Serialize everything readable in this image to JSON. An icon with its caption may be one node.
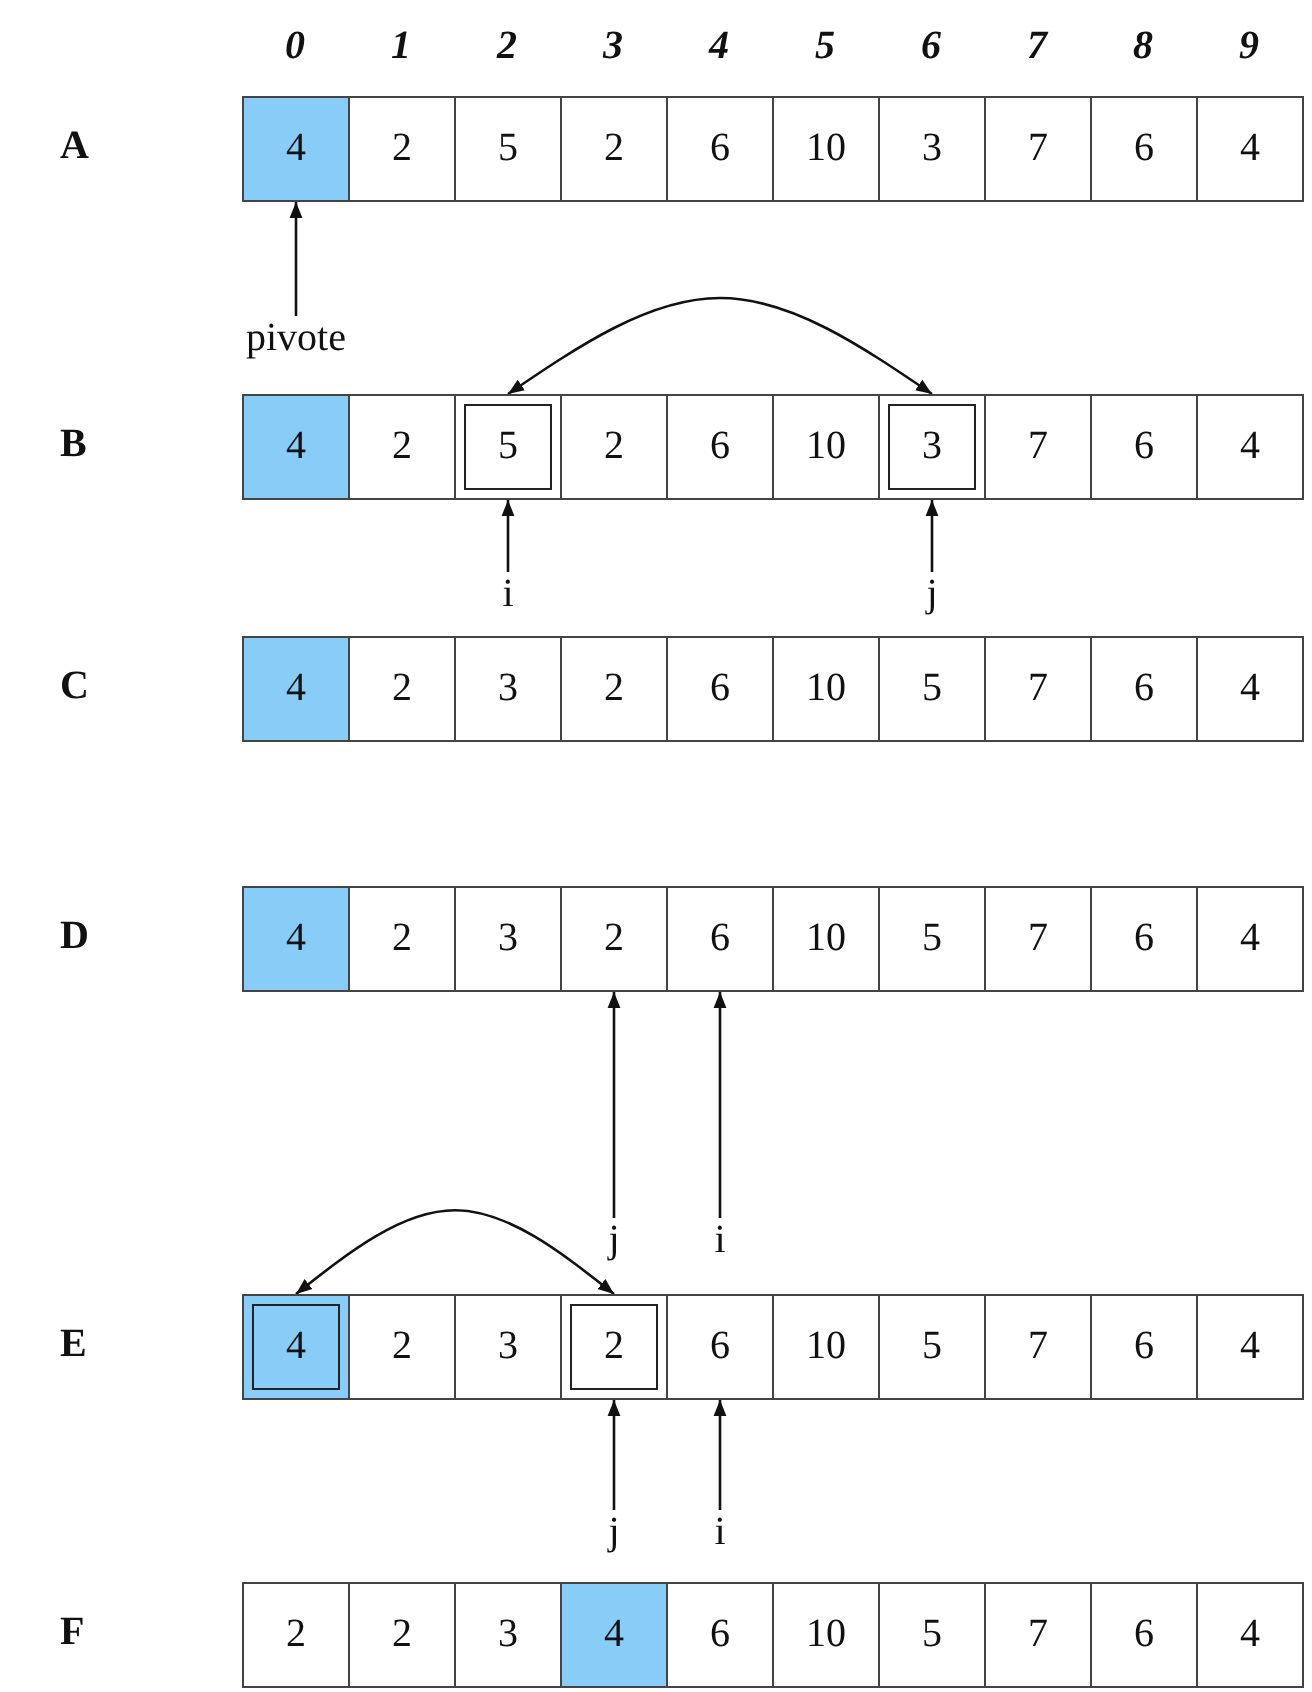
{
  "diagram": {
    "nodes": [
      {
        "text": [
          "A"
        ]
      },
      {
        "text": [
          "4"
        ],
        "in": 0
      },
      {
        "text": [
          "2"
        ],
        "in": 0
      },
      {
        "text": [
          "5"
        ],
        "in": 0
      },
      {
        "text": [
          "2"
        ],
        "in": 0
      },
      {
        "text": [
          "6"
        ],
        "in": 0
      },
      {
        "text": [
          "10"
        ],
        "in": 0
      },
      {
        "text": [
          "3"
        ],
        "in": 0
      },
      {
        "text": [
          "7"
        ],
        "in": 0
      },
      {
        "text": [
          "6"
        ],
        "in": 0
      },
      {
        "text": [
          "4"
        ],
        "in": 0
      },
      {
        "text": [
          "pivote"
        ]
      },
      {
        "text": [
          "B"
        ]
      },
      {
        "text": [
          "4"
        ],
        "in": 12
      },
      {
        "text": [
          "2"
        ],
        "in": 12
      },
      {
        "text": [
          "5"
        ],
        "in": 12
      },
      {
        "text": [
          "2"
        ],
        "in": 12
      },
      {
        "text": [
          "6"
        ],
        "in": 12
      },
      {
        "text": [
          "10"
        ],
        "in": 12
      },
      {
        "text": [
          "3"
        ],
        "in": 12
      },
      {
        "text": [
          "7"
        ],
        "in": 12
      },
      {
        "text": [
          "6"
        ],
        "in": 12
      },
      {
        "text": [
          "4"
        ],
        "in": 12
      },
      {
        "text": [
          "i"
        ]
      },
      {
        "text": [
          "j"
        ]
      },
      {
        "text": [
          "C"
        ]
      },
      {
        "text": [
          "4"
        ],
        "in": 25
      },
      {
        "text": [
          "2"
        ],
        "in": 25
      },
      {
        "text": [
          "3"
        ],
        "in": 25
      },
      {
        "text": [
          "2"
        ],
        "in": 25
      },
      {
        "text": [
          "6"
        ],
        "in": 25
      },
      {
        "text": [
          "10"
        ],
        "in": 25
      },
      {
        "text": [
          "5"
        ],
        "in": 25
      },
      {
        "text": [
          "7"
        ],
        "in": 25
      },
      {
        "text": [
          "6"
        ],
        "in": 25
      },
      {
        "text": [
          "4"
        ],
        "in": 25
      },
      {
        "text": [
          "D"
        ]
      },
      {
        "text": [
          "4"
        ],
        "in": 36
      },
      {
        "text": [
          "2"
        ],
        "in": 36
      },
      {
        "text": [
          "3"
        ],
        "in": 36
      },
      {
        "text": [
          "2"
        ],
        "in": 36
      },
      {
        "text": [
          "6"
        ],
        "in": 36
      },
      {
        "text": [
          "10"
        ],
        "in": 36
      },
      {
        "text": [
          "5"
        ],
        "in": 36
      },
      {
        "text": [
          "7"
        ],
        "in": 36
      },
      {
        "text": [
          "6"
        ],
        "in": 36
      },
      {
        "text": [
          "4"
        ],
        "in": 36
      },
      {
        "text": [
          "j"
        ]
      },
      {
        "text": [
          "i"
        ]
      },
      {
        "text": [
          "E"
        ]
      },
      {
        "text": [
          "4"
        ],
        "in": 49
      },
      {
        "text": [
          "2"
        ],
        "in": 49
      },
      {
        "text": [
          "3"
        ],
        "in": 49
      },
      {
        "text": [
          "2"
        ],
        "in": 49
      },
      {
        "text": [
          "6"
        ],
        "in": 49
      },
      {
        "text": [
          "10"
        ],
        "in": 49
      },
      {
        "text": [
          "5"
        ],
        "in": 49
      },
      {
        "text": [
          "7"
        ],
        "in": 49
      },
      {
        "text": [
          "6"
        ],
        "in": 49
      },
      {
        "text": [
          "4"
        ],
        "in": 49
      },
      {
        "text": [
          "j"
        ]
      },
      {
        "text": [
          "i"
        ]
      },
      {
        "text": [
          "F"
        ]
      },
      {
        "text": [
          "2"
        ],
        "in": 62
      },
      {
        "text": [
          "2"
        ],
        "in": 62
      },
      {
        "text": [
          "3"
        ],
        "in": 62
      },
      {
        "text": [
          "4"
        ],
        "in": 62
      },
      {
        "text": [
          "6"
        ],
        "in": 62
      },
      {
        "text": [
          "10"
        ],
        "in": 62
      },
      {
        "text": [
          "5"
        ],
        "in": 62
      },
      {
        "text": [
          "7"
        ],
        "in": 62
      },
      {
        "text": [
          "6"
        ],
        "in": 62
      },
      {
        "text": [
          "4"
        ],
        "in": 62
      }
    ],
    "edges": [
      {
        "from": 11,
        "to": 1,
        "arrow": "to"
      },
      {
        "from": 15,
        "to": 19,
        "arrow": "both"
      },
      {
        "from": 23,
        "to": 15,
        "arrow": "to"
      },
      {
        "from": 24,
        "to": 19,
        "arrow": "to"
      },
      {
        "from": 47,
        "to": 40,
        "arrow": "to"
      },
      {
        "from": 48,
        "to": 41,
        "arrow": "to"
      },
      {
        "from": 50,
        "to": 53,
        "arrow": "both"
      },
      {
        "from": 60,
        "to": 53,
        "arrow": "to"
      },
      {
        "from": 61,
        "to": 54,
        "arrow": "to"
      }
    ],
    "labels": [
      "0",
      "1",
      "2",
      "3",
      "4",
      "5",
      "6",
      "7",
      "8",
      "9"
    ]
  }
}
